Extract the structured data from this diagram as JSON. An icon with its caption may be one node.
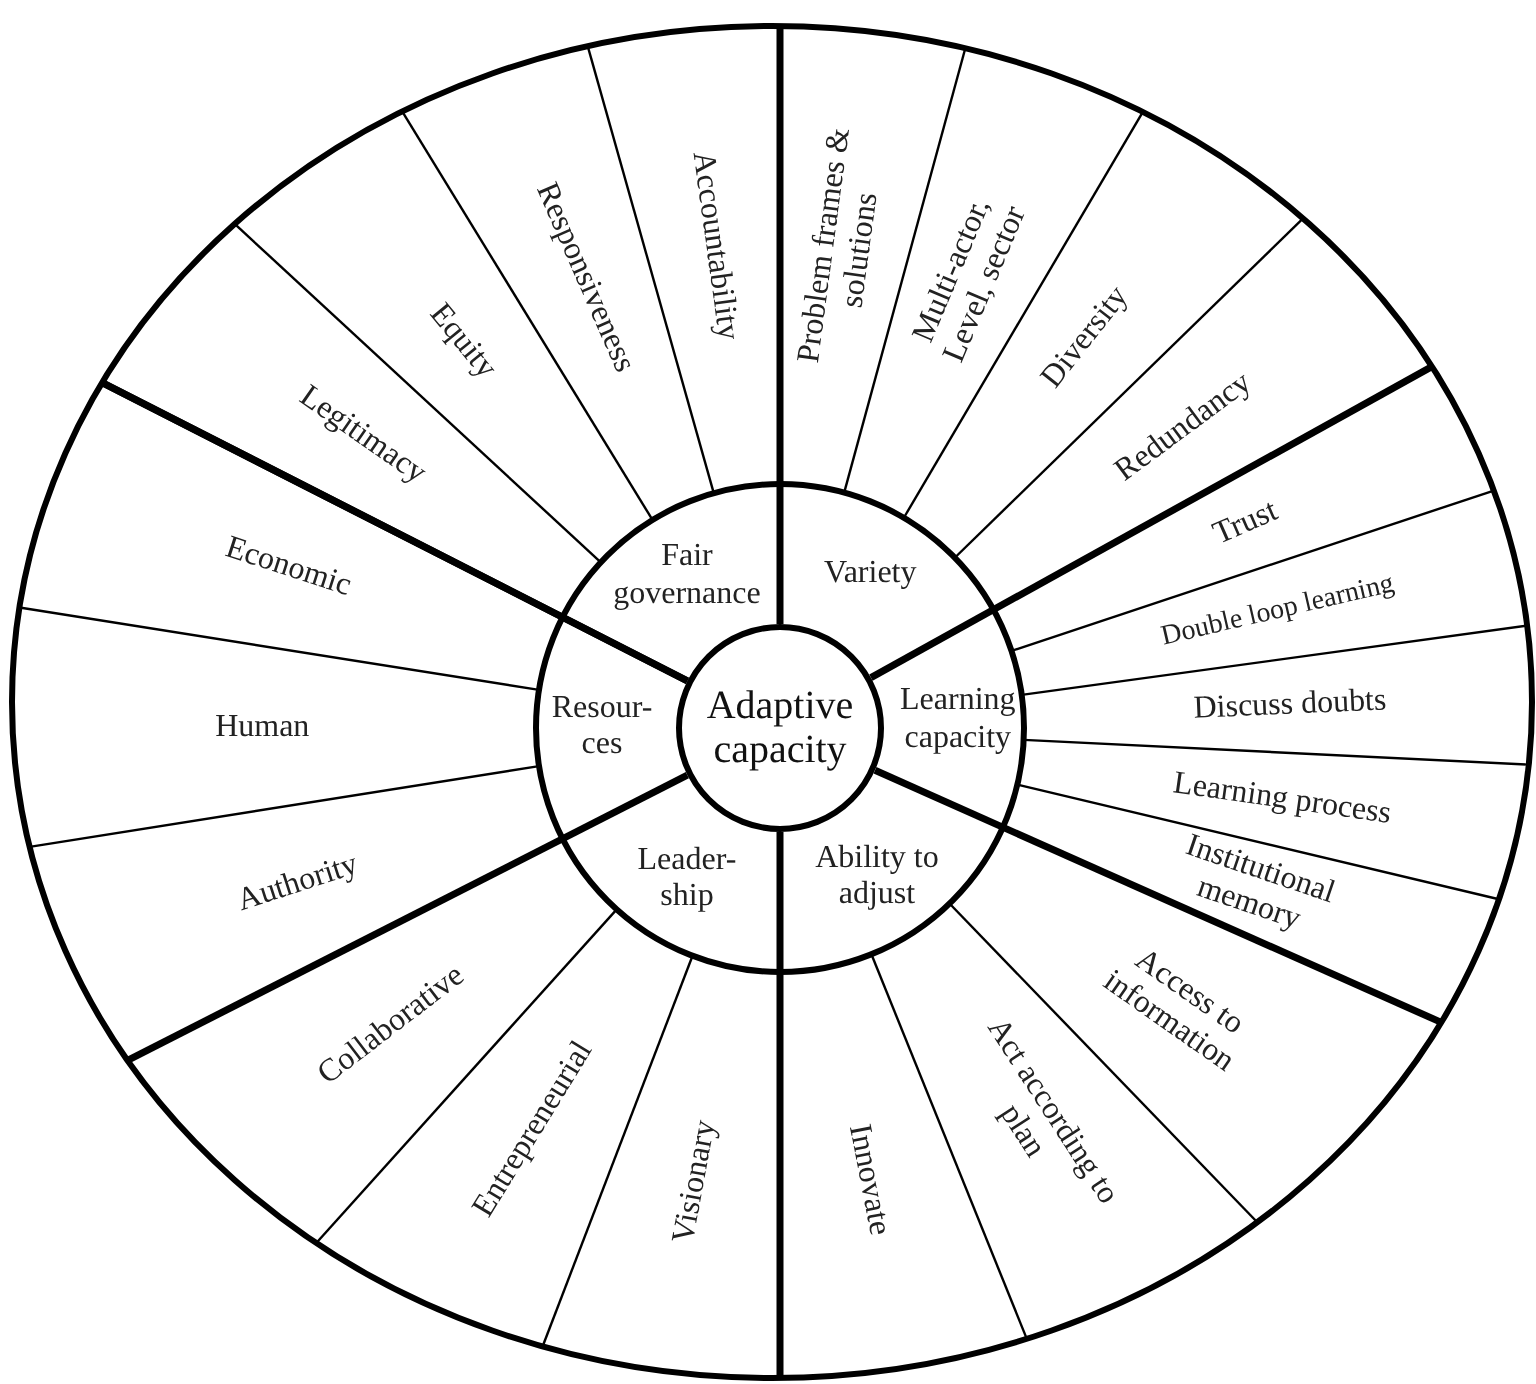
{
  "diagram": {
    "nodes": [
      {
        "text": [
          "Adaptive capacity"
        ]
      },
      {
        "text": [
          "Fair governance"
        ]
      },
      {
        "text": [
          "Variety"
        ]
      },
      {
        "text": [
          "Learning capacity"
        ]
      },
      {
        "text": [
          "Ability to adjust"
        ]
      },
      {
        "text": [
          "Leader- ship"
        ]
      },
      {
        "text": [
          "Resour- ces"
        ]
      },
      {
        "text": [
          "Legitimacy"
        ]
      },
      {
        "text": [
          "Equity"
        ]
      },
      {
        "text": [
          "Responsiveness"
        ]
      },
      {
        "text": [
          "Accountability"
        ]
      },
      {
        "text": [
          "Problem frames & solutions"
        ]
      },
      {
        "text": [
          "Multi-actor, Level, sector"
        ]
      },
      {
        "text": [
          "Diversity"
        ]
      },
      {
        "text": [
          "Redundancy"
        ]
      },
      {
        "text": [
          "Trust"
        ]
      },
      {
        "text": [
          "Double loop learning"
        ]
      },
      {
        "text": [
          "Discuss doubts"
        ]
      },
      {
        "text": [
          "Learning process"
        ]
      },
      {
        "text": [
          "Institutional memory"
        ]
      },
      {
        "text": [
          "Access to information"
        ]
      },
      {
        "text": [
          "Act according to plan"
        ]
      },
      {
        "text": [
          "Innovate"
        ]
      },
      {
        "text": [
          "Visionary"
        ]
      },
      {
        "text": [
          "Entrepreneurial"
        ]
      },
      {
        "text": [
          "Collaborative"
        ]
      },
      {
        "text": [
          "Authority"
        ]
      },
      {
        "text": [
          "Human"
        ]
      },
      {
        "text": [
          "Economic"
        ]
      }
    ]
  }
}
